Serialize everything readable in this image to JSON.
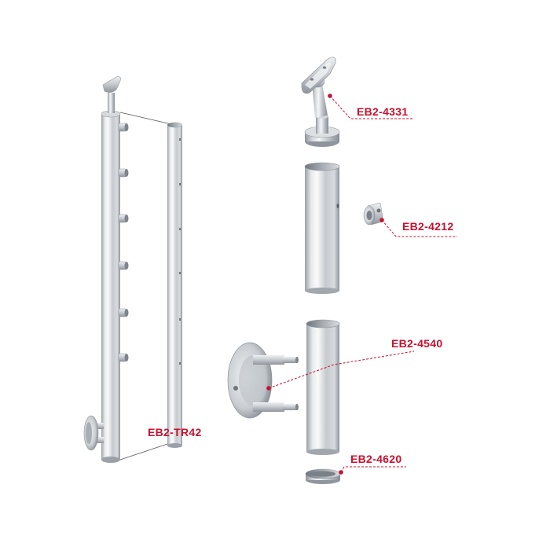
{
  "colors": {
    "accent": "#c8102e",
    "metal_dark": "#8e949b",
    "metal_light": "#eef0f2",
    "metal_mid": "#c4c8cd"
  },
  "parts": [
    {
      "code": "EB2-TR42",
      "depicts": "assembled-post"
    },
    {
      "code": "EB2-4331",
      "depicts": "handrail-saddle-holder"
    },
    {
      "code": "EB2-4212",
      "depicts": "cross-bar-holder"
    },
    {
      "code": "EB2-4540",
      "depicts": "post-tube-with-wall-flange"
    },
    {
      "code": "EB2-4620",
      "depicts": "end-cap"
    }
  ]
}
